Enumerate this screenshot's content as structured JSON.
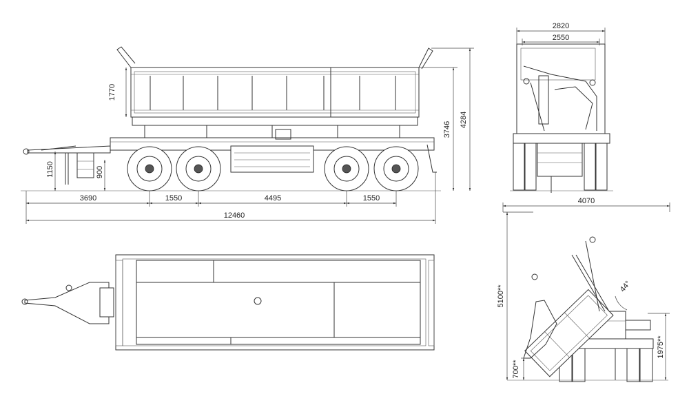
{
  "dimensions": {
    "top_width_outer": "2820",
    "top_width_inner": "2550",
    "body_height": "1770",
    "height_3746": "3746",
    "height_4284": "4284",
    "drawbar_height": "1150",
    "step_height": "900",
    "front_overhang": "3690",
    "axle_spacing_front": "1550",
    "axle_group_gap": "4495",
    "axle_spacing_rear": "1550",
    "overall_length": "12460",
    "tipping_width": "4070",
    "tipping_height": "5100**",
    "tipping_angle": "44°",
    "side_bottom_clearance": "700**",
    "tipping_pivot_height": "1975**"
  }
}
